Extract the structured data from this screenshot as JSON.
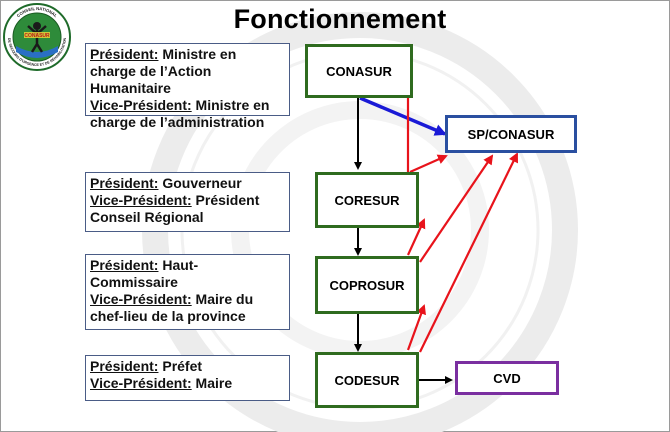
{
  "title": "Fonctionnement",
  "logo": {
    "ring_text_top": "CONSEIL NATIONAL",
    "ring_text_bottom": "DE SECOURS D'URGENCE ET DE RÉHABILITATION",
    "center_text": "CONASUR"
  },
  "descriptions": [
    {
      "rows": [
        {
          "label": "Président:",
          "text": " Ministre en charge de l’Action Humanitaire"
        },
        {
          "label": "Vice-Président:",
          "text": " Ministre en charge de l’administration"
        }
      ]
    },
    {
      "rows": [
        {
          "label": "Président:",
          "text": " Gouverneur"
        },
        {
          "label": "Vice-Président:",
          "text": " Président Conseil Régional"
        }
      ]
    },
    {
      "rows": [
        {
          "label": "Président:",
          "text": " Haut-Commissaire"
        },
        {
          "label": "Vice-Président:",
          "text": " Maire du chef-lieu de la province"
        }
      ]
    },
    {
      "rows": [
        {
          "label": "Président:",
          "text": " Préfet"
        },
        {
          "label": "Vice-Président:",
          "text": " Maire"
        }
      ]
    }
  ],
  "nodes": {
    "conasur": "CONASUR",
    "sp_conasur": "SP/CONASUR",
    "coresur": "CORESUR",
    "coprosur": "COPROSUR",
    "codesur": "CODESUR",
    "cvd": "CVD"
  },
  "colors": {
    "node_border": "#2f6b1f",
    "sp_border": "#2a4fa0",
    "cvd_border": "#7a2fa0",
    "black_arrow": "#000000",
    "blue_arrow": "#1a1ad6",
    "red_arrow": "#e8131b"
  }
}
